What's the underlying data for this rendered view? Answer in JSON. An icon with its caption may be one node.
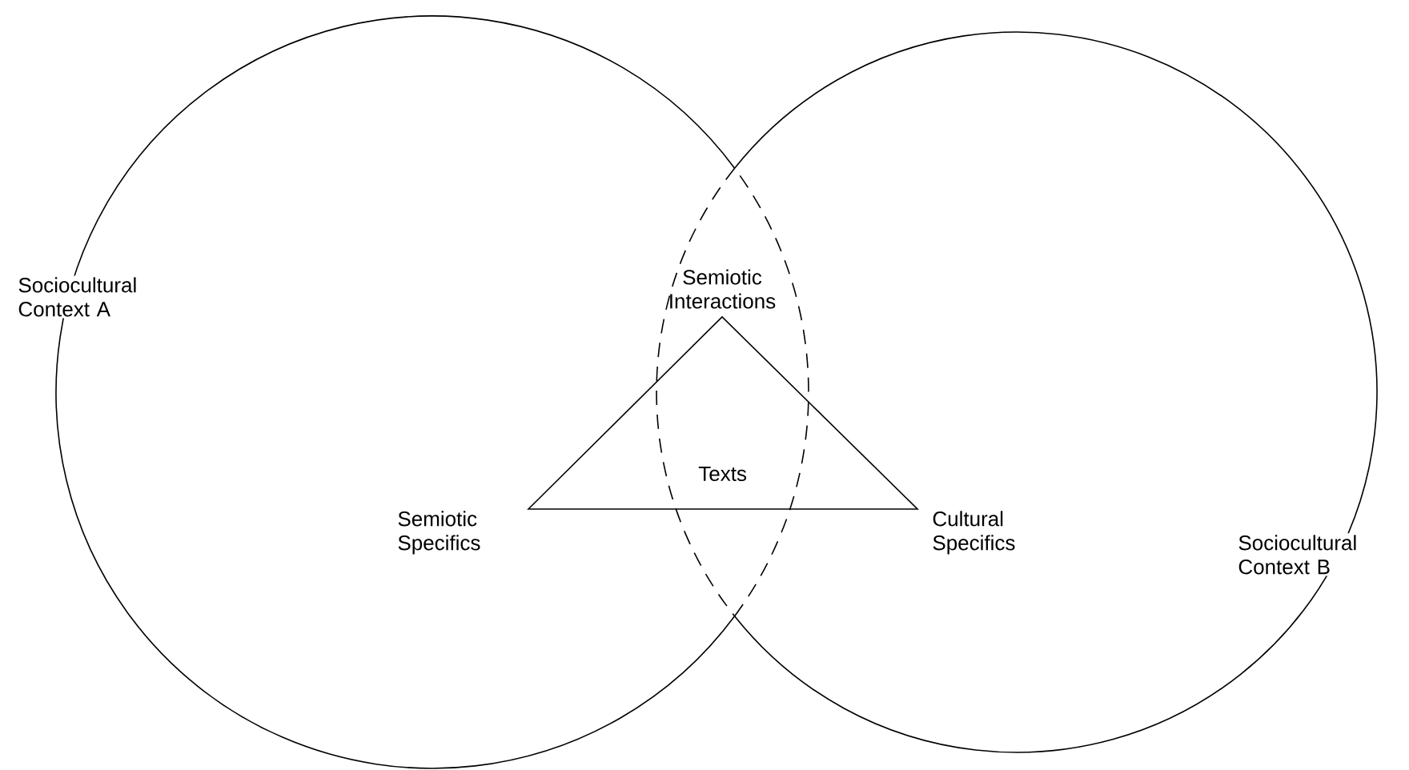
{
  "diagram": {
    "nodes": [
      {
        "text": [
          "Sociocultural Context A"
        ]
      },
      {
        "text": [
          "Sociocultural Context B"
        ]
      },
      {
        "text": [
          "Texts"
        ]
      }
    ],
    "labels": [
      "Semiotic Interactions",
      "Semiotic Specifics",
      "Cultural Specifics"
    ]
  }
}
